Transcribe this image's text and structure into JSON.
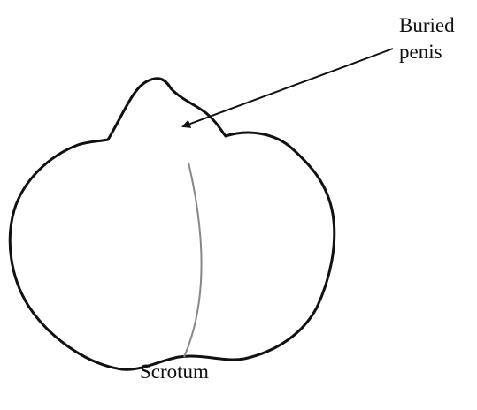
{
  "labels": {
    "buried_penis": [
      "Buried",
      "penis"
    ],
    "scrotum": "Scrotum"
  },
  "colors": {
    "outline": "#111111",
    "midline": "#888888",
    "background": "#ffffff"
  }
}
